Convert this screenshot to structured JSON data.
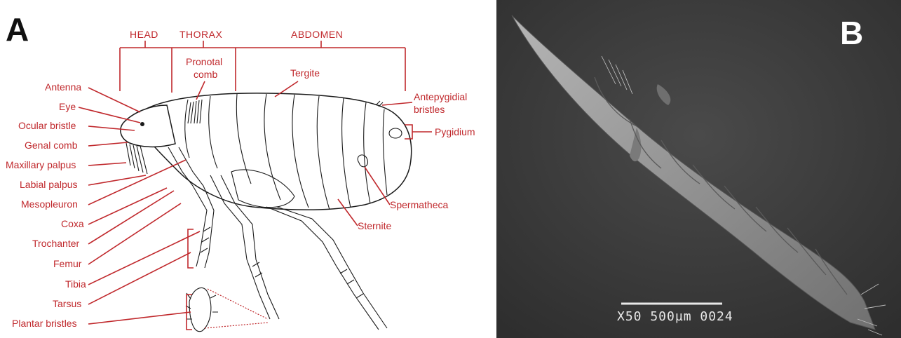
{
  "panel_a": {
    "letter": "A",
    "regions": {
      "head": "HEAD",
      "thorax": "THORAX",
      "abdomen": "ABDOMEN"
    },
    "labels": {
      "antenna": "Antenna",
      "eye": "Eye",
      "ocular_bristle": "Ocular bristle",
      "genal_comb": "Genal comb",
      "maxillary_palpus": "Maxillary palpus",
      "labial_palpus": "Labial palpus",
      "mesopleuron": "Mesopleuron",
      "coxa": "Coxa",
      "trochanter": "Trochanter",
      "femur": "Femur",
      "tibia": "Tibia",
      "tarsus": "Tarsus",
      "plantar_bristles": "Plantar bristles",
      "pronotal_comb_1": "Pronotal",
      "pronotal_comb_2": "comb",
      "tergite": "Tergite",
      "antepygidial_1": "Antepygidial",
      "antepygidial_2": "bristles",
      "pygidium": "Pygidium",
      "spermatheca": "Spermatheca",
      "sternite": "Sternite"
    },
    "colors": {
      "label_red": "#c0282c",
      "ink": "#1a1a1a"
    }
  },
  "panel_b": {
    "letter": "B",
    "scale_text": "X50 500µm 0024",
    "colors": {
      "background": "#3a3a3a",
      "specimen": "#9a9a9a"
    }
  }
}
